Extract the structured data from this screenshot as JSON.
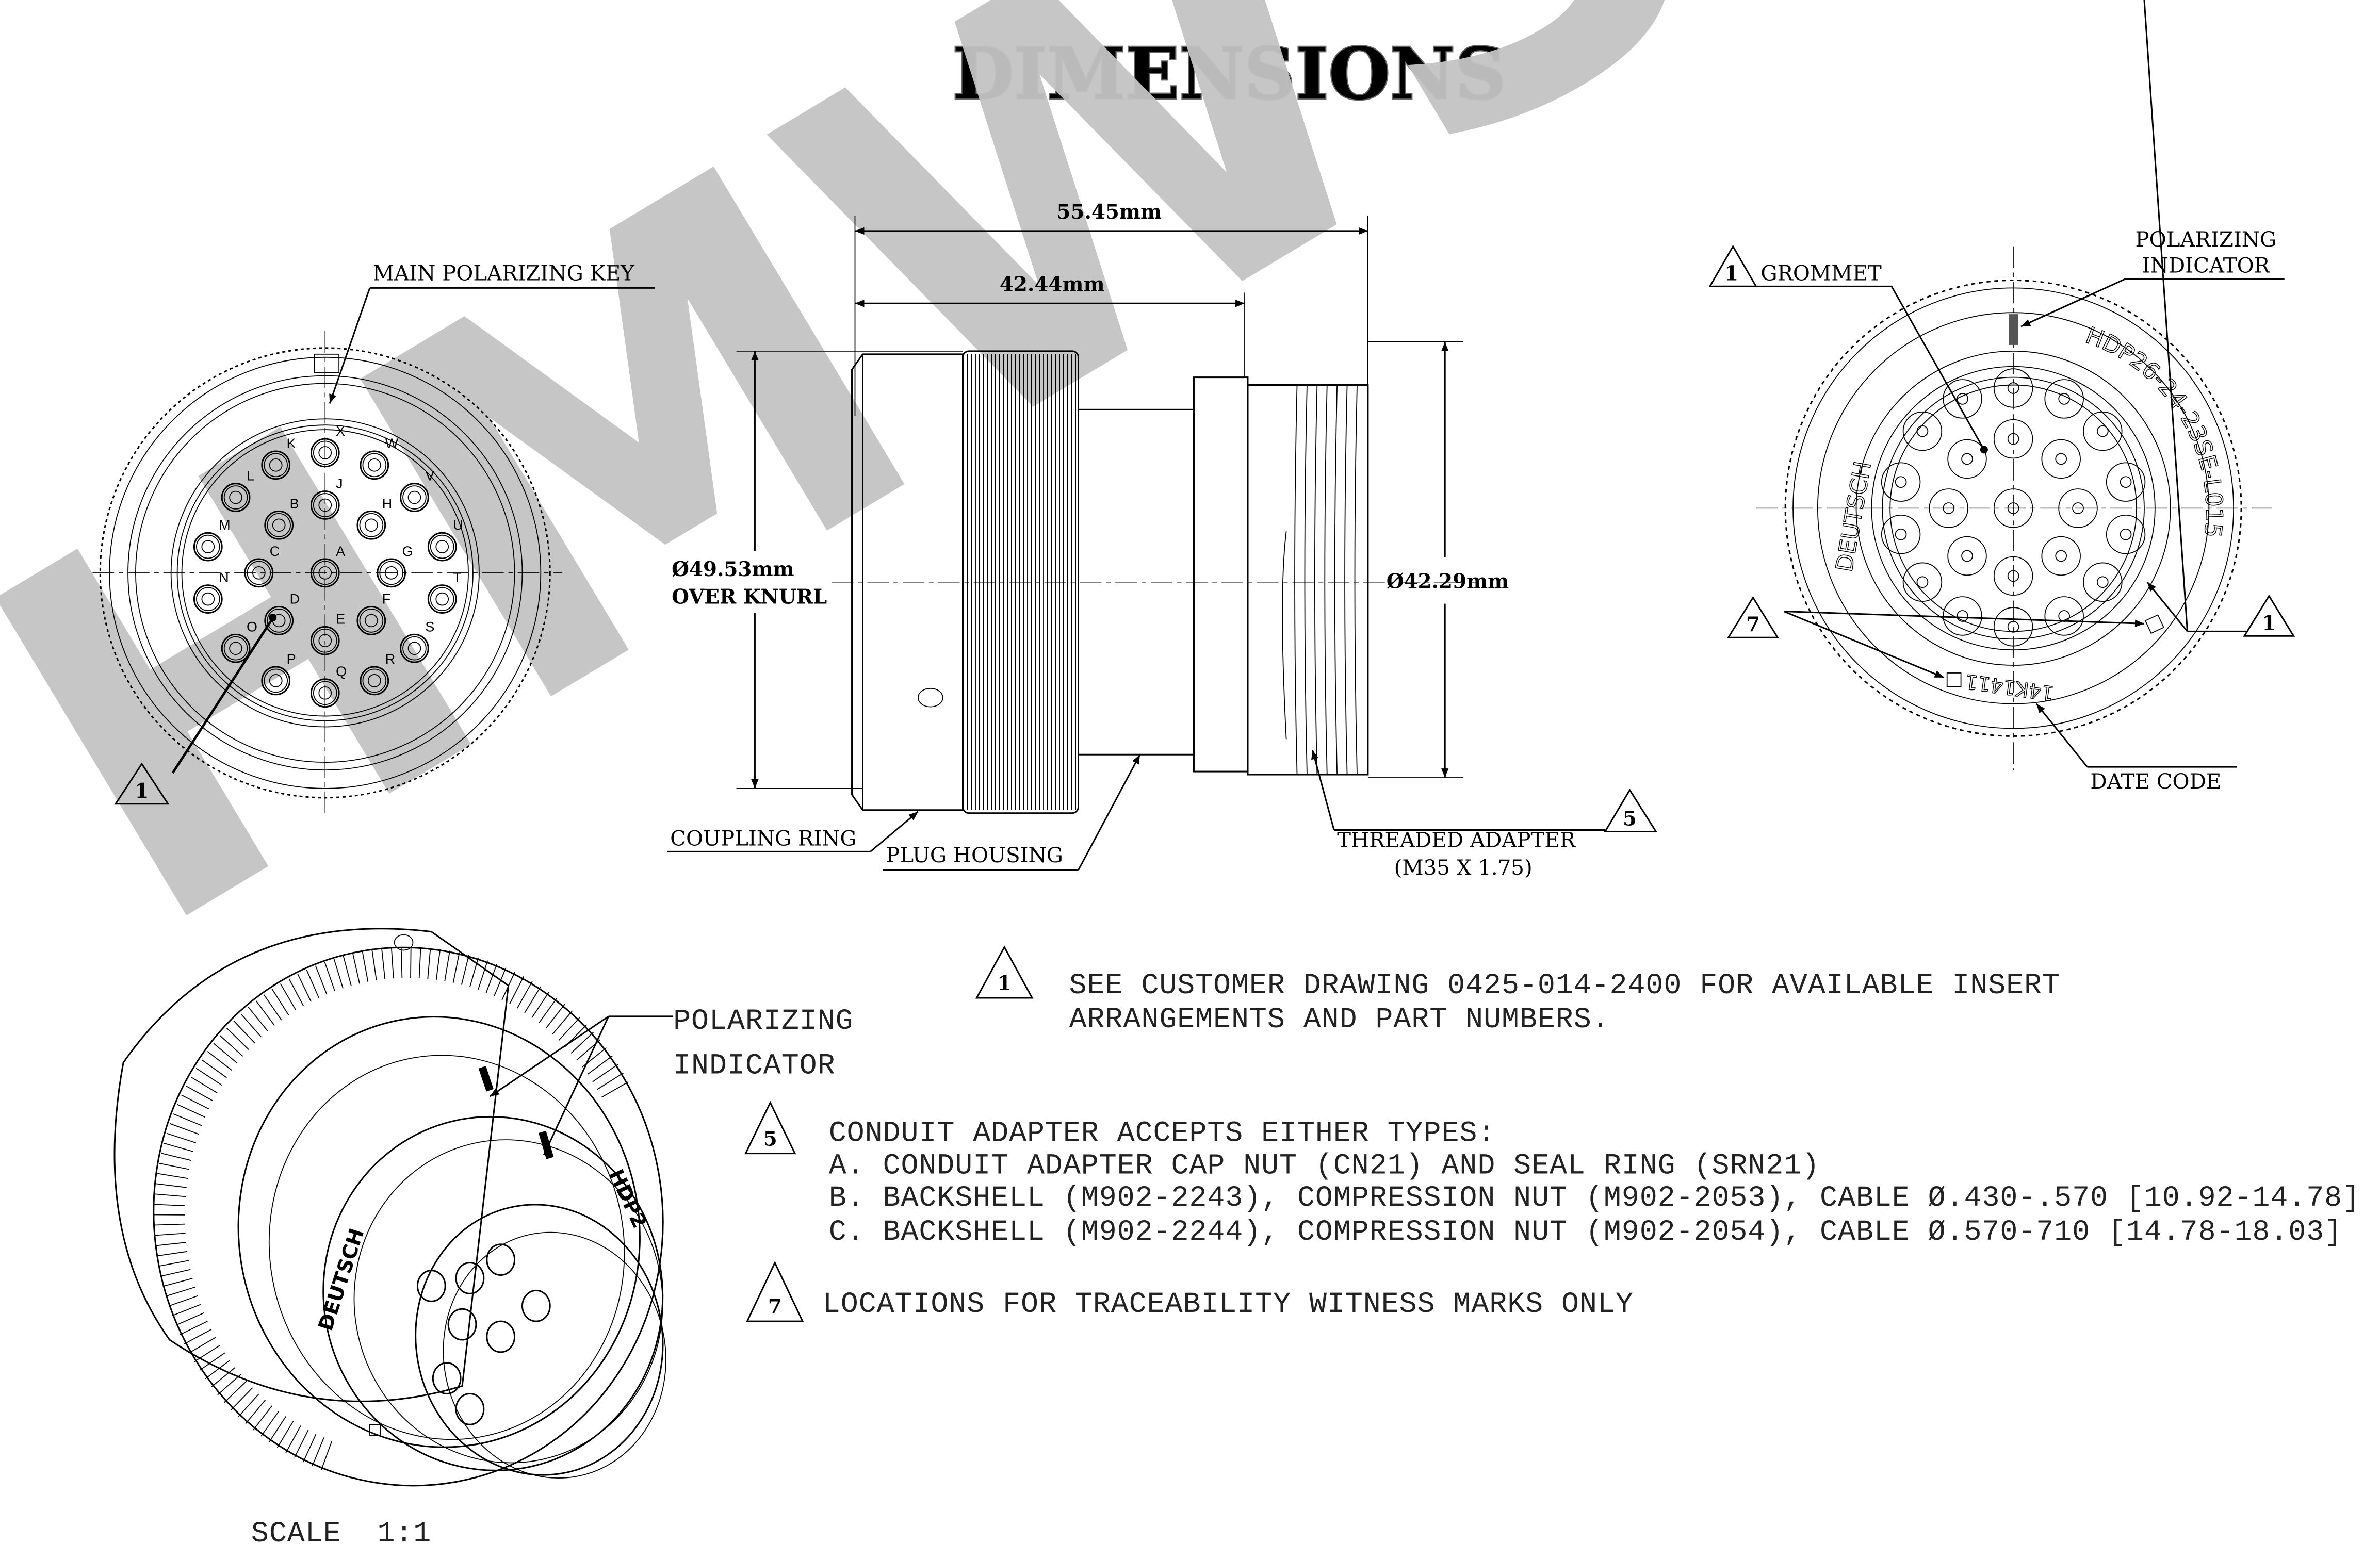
{
  "title": "DIMENSIONS",
  "watermark": "HMWS",
  "front_view": {
    "main_key_label": "MAIN POLARIZING KEY",
    "note_ref": "1",
    "pin_labels": [
      "X",
      "K",
      "W",
      "J",
      "L",
      "V",
      "B",
      "H",
      "M",
      "U",
      "C",
      "A",
      "G",
      "N",
      "T",
      "D",
      "F",
      "E",
      "O",
      "S",
      "P",
      "R",
      "Q"
    ]
  },
  "side_view": {
    "overall_length": "55.45mm",
    "body_length": "42.44mm",
    "knurl_diameter": "Ø49.53mm",
    "knurl_note": "OVER KNURL",
    "adapter_diameter": "Ø42.29mm",
    "coupling_ring": "COUPLING RING",
    "plug_housing": "PLUG HOUSING",
    "threaded_adapter": "THREADED ADAPTER",
    "thread_spec": "(M35 X 1.75)",
    "note_ref": "5"
  },
  "rear_view": {
    "grommet": "GROMMET",
    "grommet_ref": "1",
    "polarizing_line1": "POLARIZING",
    "polarizing_line2": "INDICATOR",
    "part_ref": "1",
    "witness_ref": "7",
    "date_code_label": "DATE CODE",
    "brand": "DEUTSCH",
    "part_number": "HDP26-24-23SE-L015",
    "date_code": "14K1411"
  },
  "iso_view": {
    "polarizing_line1": "POLARIZING",
    "polarizing_line2": "INDICATOR",
    "brand": "DEUTSCH",
    "part_partial": "HDP2",
    "scale": "SCALE  1:1"
  },
  "notes": [
    {
      "ref": "1",
      "lines": [
        "SEE CUSTOMER DRAWING 0425-014-2400 FOR AVAILABLE INSERT",
        "ARRANGEMENTS AND PART NUMBERS."
      ]
    },
    {
      "ref": "5",
      "lines": [
        "CONDUIT ADAPTER ACCEPTS EITHER TYPES:",
        "A. CONDUIT ADAPTER CAP NUT (CN21) AND SEAL RING (SRN21)",
        "B. BACKSHELL (M902-2243), COMPRESSION NUT (M902-2053), CABLE Ø.430-.570 [10.92-14.78]",
        "C. BACKSHELL (M902-2244), COMPRESSION NUT (M902-2054), CABLE Ø.570-710 [14.78-18.03]"
      ]
    },
    {
      "ref": "7",
      "lines": [
        "LOCATIONS FOR TRACEABILITY WITNESS MARKS ONLY"
      ]
    }
  ],
  "colors": {
    "watermark": "#c4c4c4",
    "ink": "#000000"
  }
}
